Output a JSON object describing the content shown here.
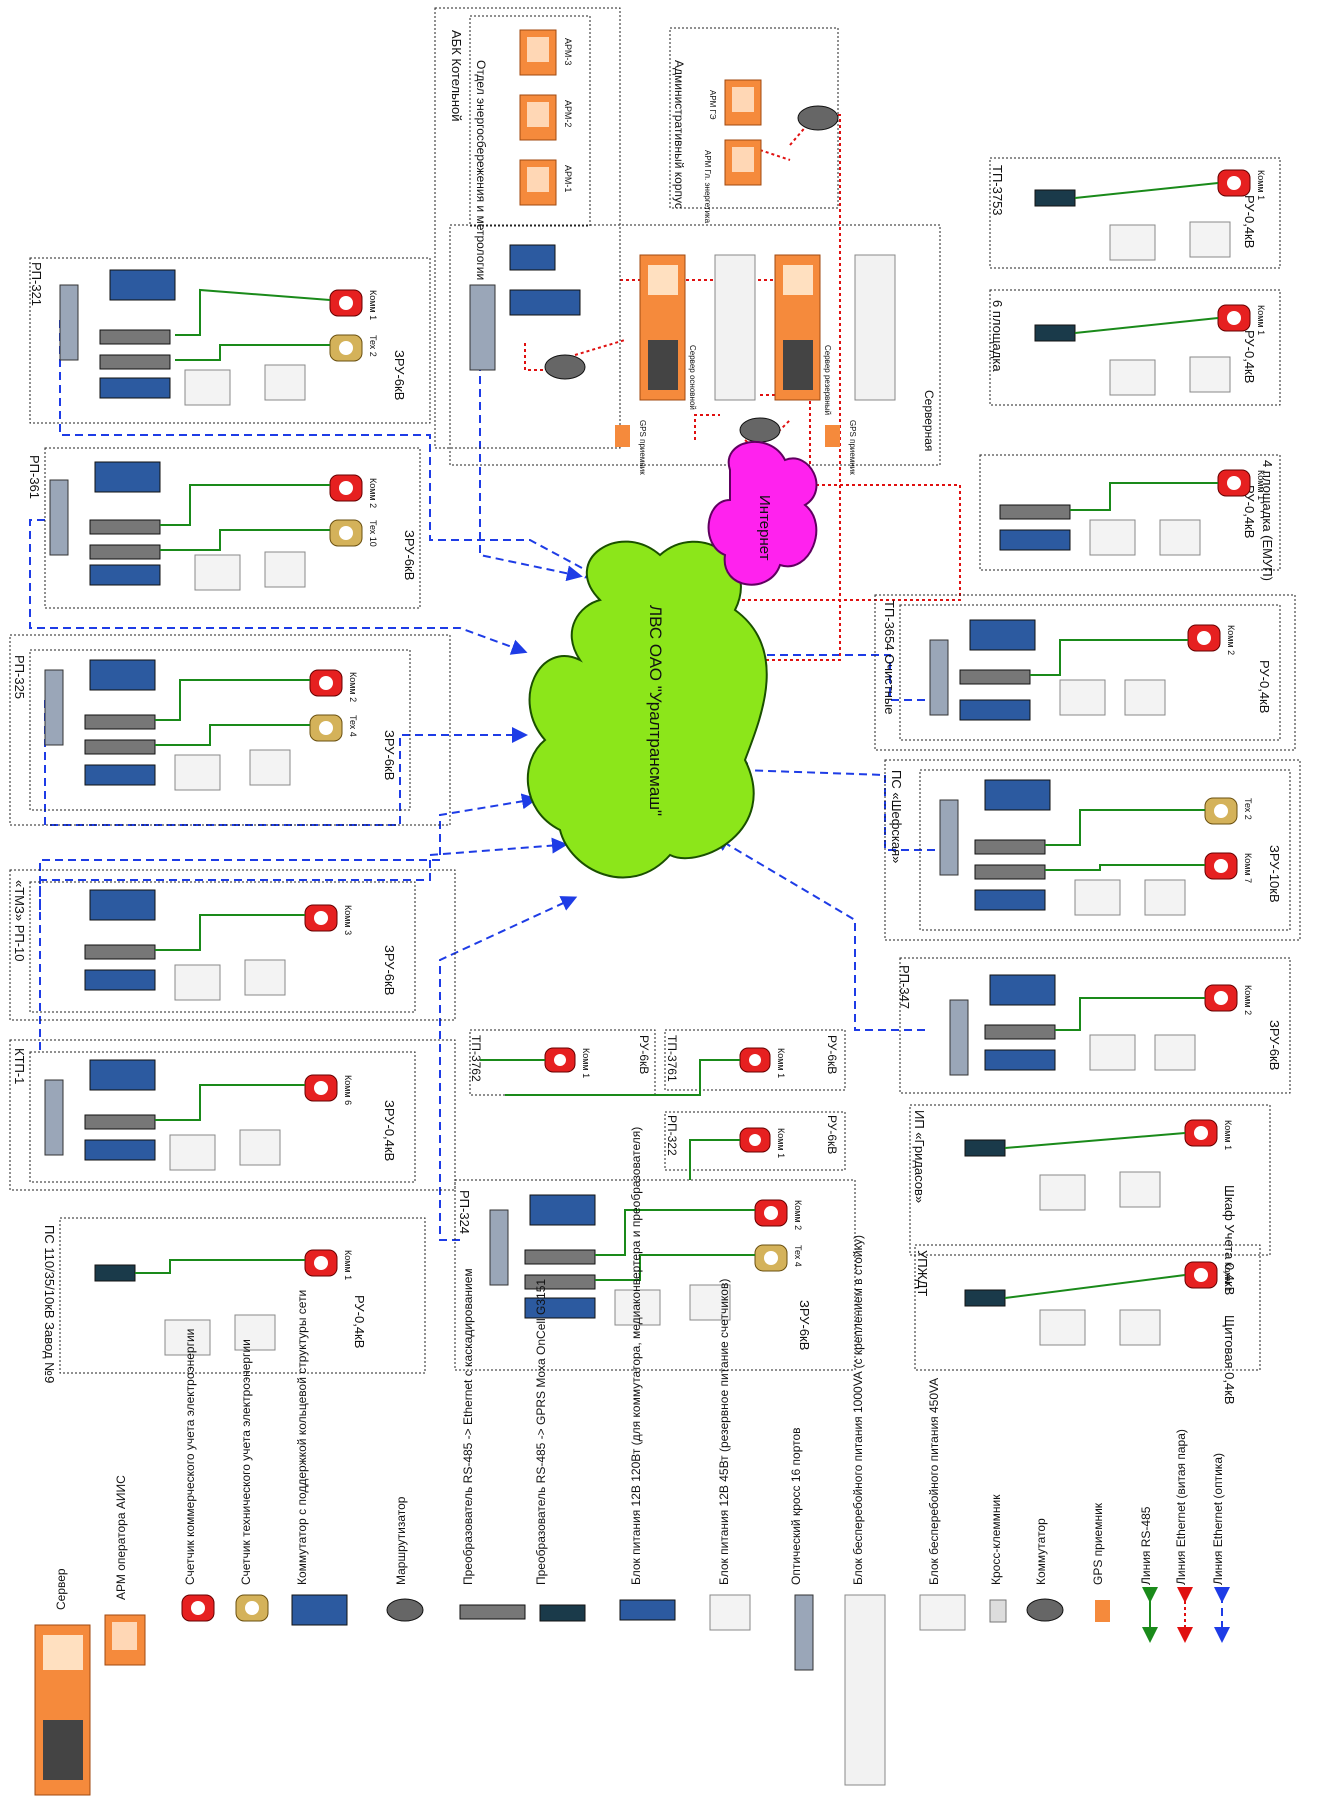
{
  "colors": {
    "cloud_lan": "#8ce61a",
    "cloud_internet": "#ff22ee",
    "rs485": "#1a8a1a",
    "ethernet_twisted": "#e01010",
    "ethernet_fiber": "#1e3ce6",
    "server": "#f58a3c",
    "meter_commercial": "#e62020",
    "meter_technical": "#d4b25a"
  },
  "clouds": {
    "lan": "ЛВС ОАО \"Уралтрансмаш\"",
    "internet": "Интернет"
  },
  "top_block": {
    "abk_title": "АБК Котельной",
    "dept_title": "Отдел энергосбережения и метрологии",
    "arm_labels": [
      "АРМ-1",
      "АРМ-2",
      "АРМ-3"
    ],
    "admin_title": "Административный корпус",
    "admin_arm_labels": [
      "АРМ Гл. энергетика",
      "АРМ ГЭ"
    ],
    "server_room": "Серверная",
    "server_main": "Сервер основной",
    "server_reserve": "Сервер резервный",
    "gps": [
      "GPS приемник",
      "GPS приемник"
    ]
  },
  "substations": [
    {
      "name": "РП-321",
      "ru": "ЗРУ-6кВ",
      "meters": [
        "Комм 1",
        "Тех 2"
      ]
    },
    {
      "name": "РП-361",
      "ru": "ЗРУ-6кВ",
      "meters": [
        "Комм 2",
        "Тех 10"
      ]
    },
    {
      "name": "РП-325",
      "ru": "ЗРУ-6кВ",
      "meters": [
        "Комм 2",
        "Тех 4"
      ]
    },
    {
      "name": "«ТМЗ» РП-10",
      "ru": "ЗРУ-6кВ",
      "meters": [
        "Комм 3"
      ]
    },
    {
      "name": "КТП-1",
      "ru": "ЗРУ-0,4кВ",
      "meters": [
        "Комм 6"
      ]
    },
    {
      "name": "ПС 110/35/10кВ Завод №9",
      "ru": "РУ-0,4кВ",
      "meters": [
        "Комм 1"
      ]
    },
    {
      "name": "ТП-3762",
      "ru": "РУ-6кВ",
      "meters": [
        "Комм 1"
      ]
    },
    {
      "name": "ТП-3761",
      "ru": "РУ-6кВ",
      "meters": [
        "Комм 1"
      ]
    },
    {
      "name": "РП-322",
      "ru": "РУ-6кВ",
      "meters": [
        "Комм 1"
      ]
    },
    {
      "name": "РП-324",
      "ru": "ЗРУ-6кВ",
      "meters": [
        "Комм 2",
        "Тех 4"
      ]
    },
    {
      "name": "ТП-3753",
      "ru": "РУ-0,4кВ",
      "meters": [
        "Комм 1"
      ]
    },
    {
      "name": "6 площадка",
      "ru": "РУ-0,4кВ",
      "meters": [
        "Комм 1"
      ]
    },
    {
      "name": "4 площадка (ЕМУП)",
      "ru": "РУ-0,4кВ",
      "meters": [
        "Комм 1"
      ]
    },
    {
      "name": "ТП-3654 Очистные",
      "ru": "РУ-0,4кВ",
      "meters": [
        "Комм 2"
      ]
    },
    {
      "name": "ПС «Шефская»",
      "ru": "ЗРУ-10кВ",
      "meters": [
        "Тех 2",
        "Комм 7"
      ]
    },
    {
      "name": "РП-347",
      "ru": "ЗРУ-6кВ",
      "meters": [
        "Комм 2"
      ]
    },
    {
      "name": "ИП «Гридасов»",
      "ru": "Шкаф Учета 0,4кВ",
      "meters": [
        "Комм 1"
      ]
    },
    {
      "name": "УПЖДТ",
      "ru": "Щитовая 0,4кВ",
      "meters": [
        "Комм 1"
      ]
    }
  ],
  "legend": [
    {
      "icon": "server-icon",
      "label": "Сервер"
    },
    {
      "icon": "workstation-icon",
      "label": "АРМ оператора АИИС"
    },
    {
      "icon": "commercial-meter-icon",
      "label": "Счетчик коммерческого учета электроэнергии"
    },
    {
      "icon": "technical-meter-icon",
      "label": "Счетчик технического учета электроэнергии"
    },
    {
      "icon": "ring-switch-icon",
      "label": "Коммутатор с поддержкой кольцевой структуры сети"
    },
    {
      "icon": "router-icon",
      "label": "Маршрутизатор"
    },
    {
      "icon": "rs485-ethernet-converter-icon",
      "label": "Преобразователь RS-485 -> Ethernet с каскадированием"
    },
    {
      "icon": "rs485-gprs-converter-icon",
      "label": "Преобразователь RS-485 -> GPRS Moxa OnCell G3151"
    },
    {
      "icon": "psu-120w-icon",
      "label": "Блок питания 12В 120Вт (для коммутатора, медиаконвертера и преобразователя)"
    },
    {
      "icon": "psu-45w-icon",
      "label": "Блок питания 12В 45Вт (резервное питание счетчиков)"
    },
    {
      "icon": "optical-patch-icon",
      "label": "Оптический кросс 16 портов"
    },
    {
      "icon": "ups-rack-icon",
      "label": "Блок бесперебойного питания 1000VA (с креплением в стойку)"
    },
    {
      "icon": "ups-450-icon",
      "label": "Блок бесперебойного питания 450VA"
    },
    {
      "icon": "terminal-icon",
      "label": "Кросс-клеммник"
    },
    {
      "icon": "switch-icon",
      "label": "Коммутатор"
    },
    {
      "icon": "gps-icon",
      "label": "GPS приемник"
    },
    {
      "icon": "rs485-line-icon",
      "label": "Линия RS-485"
    },
    {
      "icon": "ethernet-twisted-line-icon",
      "label": "Линия Ethernet (витая пара)"
    },
    {
      "icon": "ethernet-fiber-line-icon",
      "label": "Линия Ethernet (оптика)"
    }
  ]
}
